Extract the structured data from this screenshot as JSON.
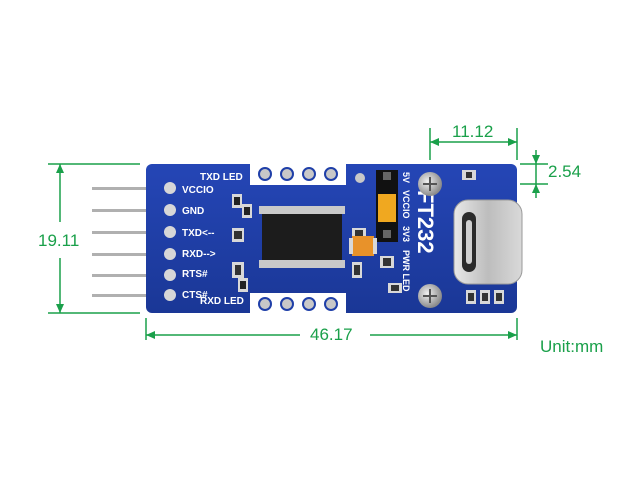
{
  "dimensions": {
    "width": "46.17",
    "height": "19.11",
    "connector_width": "11.12",
    "connector_offset": "2.54",
    "unit": "Unit:mm"
  },
  "board": {
    "chip_label": "FT232",
    "pins": [
      "VCCIO",
      "GND",
      "TXD<--",
      "RXD-->",
      "RTS#",
      "CTS#"
    ],
    "top_led": "TXD LED",
    "bottom_led": "RXD LED",
    "jumper_labels": [
      "5V",
      "VCCIO",
      "3V3"
    ],
    "pwr_led": "PWR LED"
  },
  "colors": {
    "dimension": "#1aa04a",
    "pcb": "#1f3fa8",
    "jumper": "#f0a820"
  }
}
